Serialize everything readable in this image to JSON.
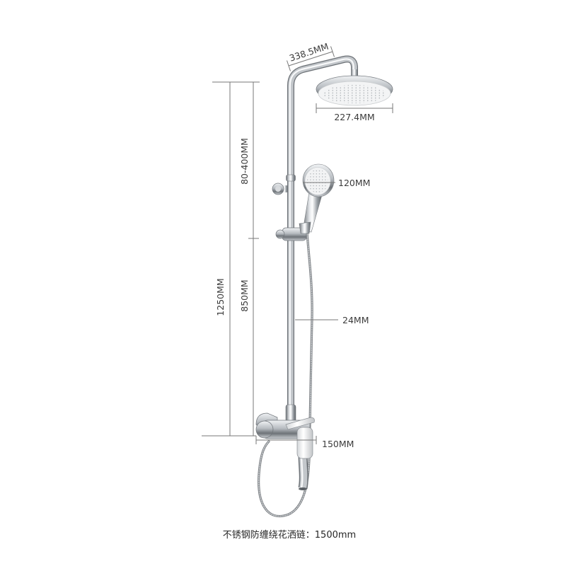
{
  "dimensions": {
    "arm_length": "338.5MM",
    "overhead_head": "227.4MM",
    "hand_shower_head": "120MM",
    "slide_bar": "24MM",
    "mixer": "150MM",
    "total_height": "1250MM",
    "slide_range": "80-400MM",
    "lower_height": "850MM"
  },
  "caption": "不锈钢防缠绕花洒链：1500mm"
}
